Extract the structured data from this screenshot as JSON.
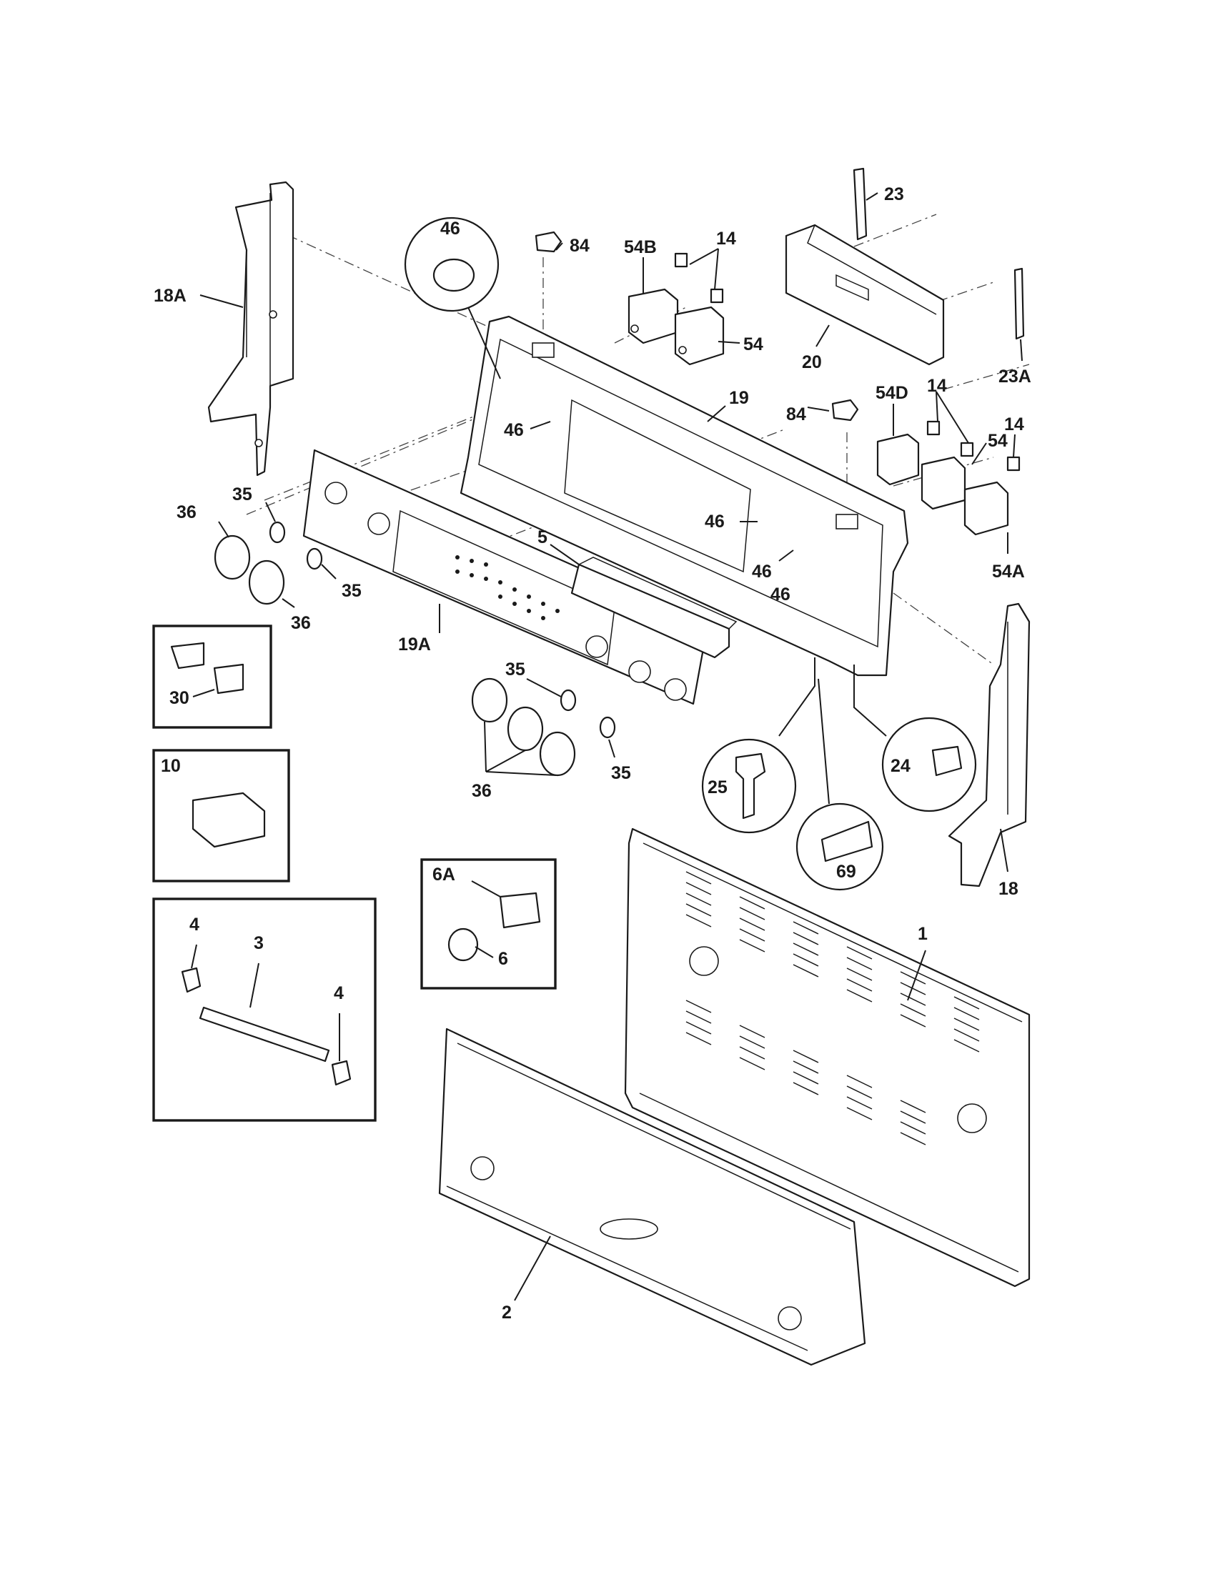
{
  "labels": {
    "l_18A": "18A",
    "l_46top": "46",
    "l_84a": "84",
    "l_54B": "54B",
    "l_14a": "14",
    "l_54a": "54",
    "l_23": "23",
    "l_20": "20",
    "l_23A": "23A",
    "l_19": "19",
    "l_46b": "46",
    "l_84b": "84",
    "l_54D": "54D",
    "l_14b": "14",
    "l_54b": "54",
    "l_14c": "14",
    "l_46c": "46",
    "l_46d": "46",
    "l_46e": "46",
    "l_54A": "54A",
    "l_36a": "36",
    "l_35a": "35",
    "l_35b": "35",
    "l_36b": "36",
    "l_5": "5",
    "l_19A": "19A",
    "l_30": "30",
    "l_35c": "35",
    "l_35d": "35",
    "l_36c": "36",
    "l_10": "10",
    "l_25": "25",
    "l_24": "24",
    "l_69": "69",
    "l_18": "18",
    "l_6A": "6A",
    "l_6": "6",
    "l_4a": "4",
    "l_3": "3",
    "l_4b": "4",
    "l_1": "1",
    "l_2": "2"
  }
}
